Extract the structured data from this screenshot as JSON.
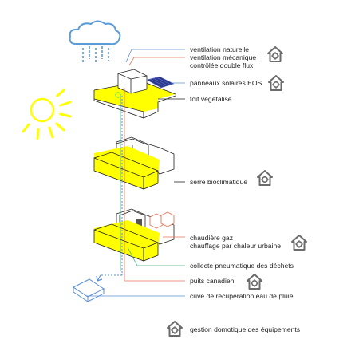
{
  "labels": {
    "ventilation_naturelle": "ventilation naturelle",
    "ventilation_mecanique_1": "ventilation mécanique",
    "ventilation_mecanique_2": "contrôlée double flux",
    "panneaux": "panneaux solaires EOS",
    "toit": "toit végétalisé",
    "serre": "serre bioclimatique",
    "chaudiere": "chaudière gaz",
    "chauffage": "chauffage par chaleur urbaine",
    "collecte": "collecte pneumatique des déchets",
    "puits": "puits canadien",
    "cuve": "cuve de récupération eau de pluie",
    "gestion": "gestion domotique des équipements"
  },
  "colors": {
    "accent_yellow": "#ffff00",
    "line_red": "#e8735a",
    "line_blue": "#5b8fd1",
    "line_green": "#3fb07a",
    "line_dark": "#555555",
    "icon_gray": "#6b6b6b",
    "cloud_blue": "#5b9bd8"
  },
  "icons": [
    "cloud-rain-icon",
    "sun-icon",
    "smart-home-icon"
  ]
}
